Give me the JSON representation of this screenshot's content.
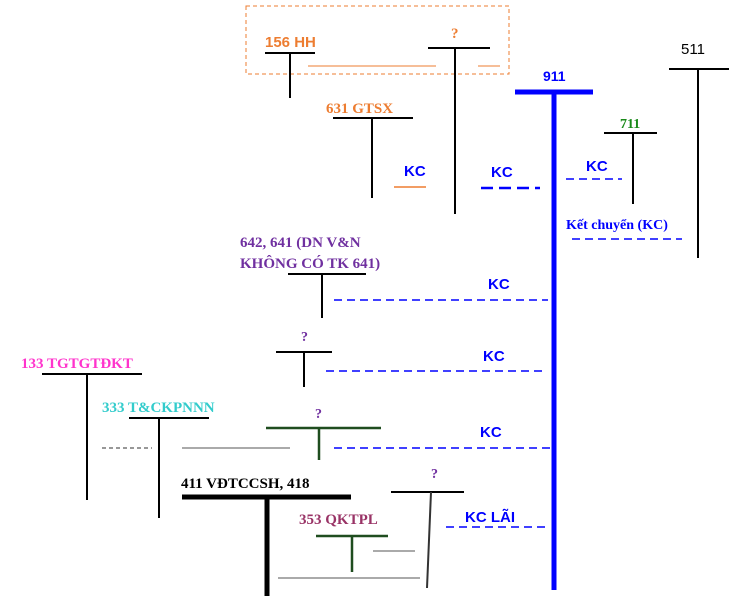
{
  "accounts": {
    "hh156": "156 HH",
    "q_top": "?",
    "acc511": "511",
    "acc911": "911",
    "gtsx631": "631 GTSX",
    "acc711": "711",
    "kc_631": "KC",
    "kc_q": "KC",
    "kc_711": "KC",
    "ket_chuyen": "Kết chuyển (KC)",
    "dn_line1": "642, 641 (DN V&N",
    "dn_line2": "KHÔNG  CÓ TK 641)",
    "kc_dn": "KC",
    "q_mid": "?",
    "kc_mid": "KC",
    "tgtgt133": "133 TGTGTĐKT",
    "t333": "333 T&CKPNNN",
    "q_green": "?",
    "kc_green": "KC",
    "vdtccsh": "411 VĐTCCSH,  418",
    "q_low": "?",
    "kc_lai": "KC LÃI",
    "qktpl353": "353 QKTPL"
  },
  "colors": {
    "black": "#000000",
    "blue": "#0000ff",
    "orange": "#ed7d31",
    "green": "#1a8a1a",
    "purple": "#7030a0",
    "magenta": "#ff33cc",
    "cyan": "#33cccc",
    "maroon": "#993366",
    "darkgreen": "#1f4d1f",
    "gray": "#555555",
    "darkgray": "#333333"
  }
}
